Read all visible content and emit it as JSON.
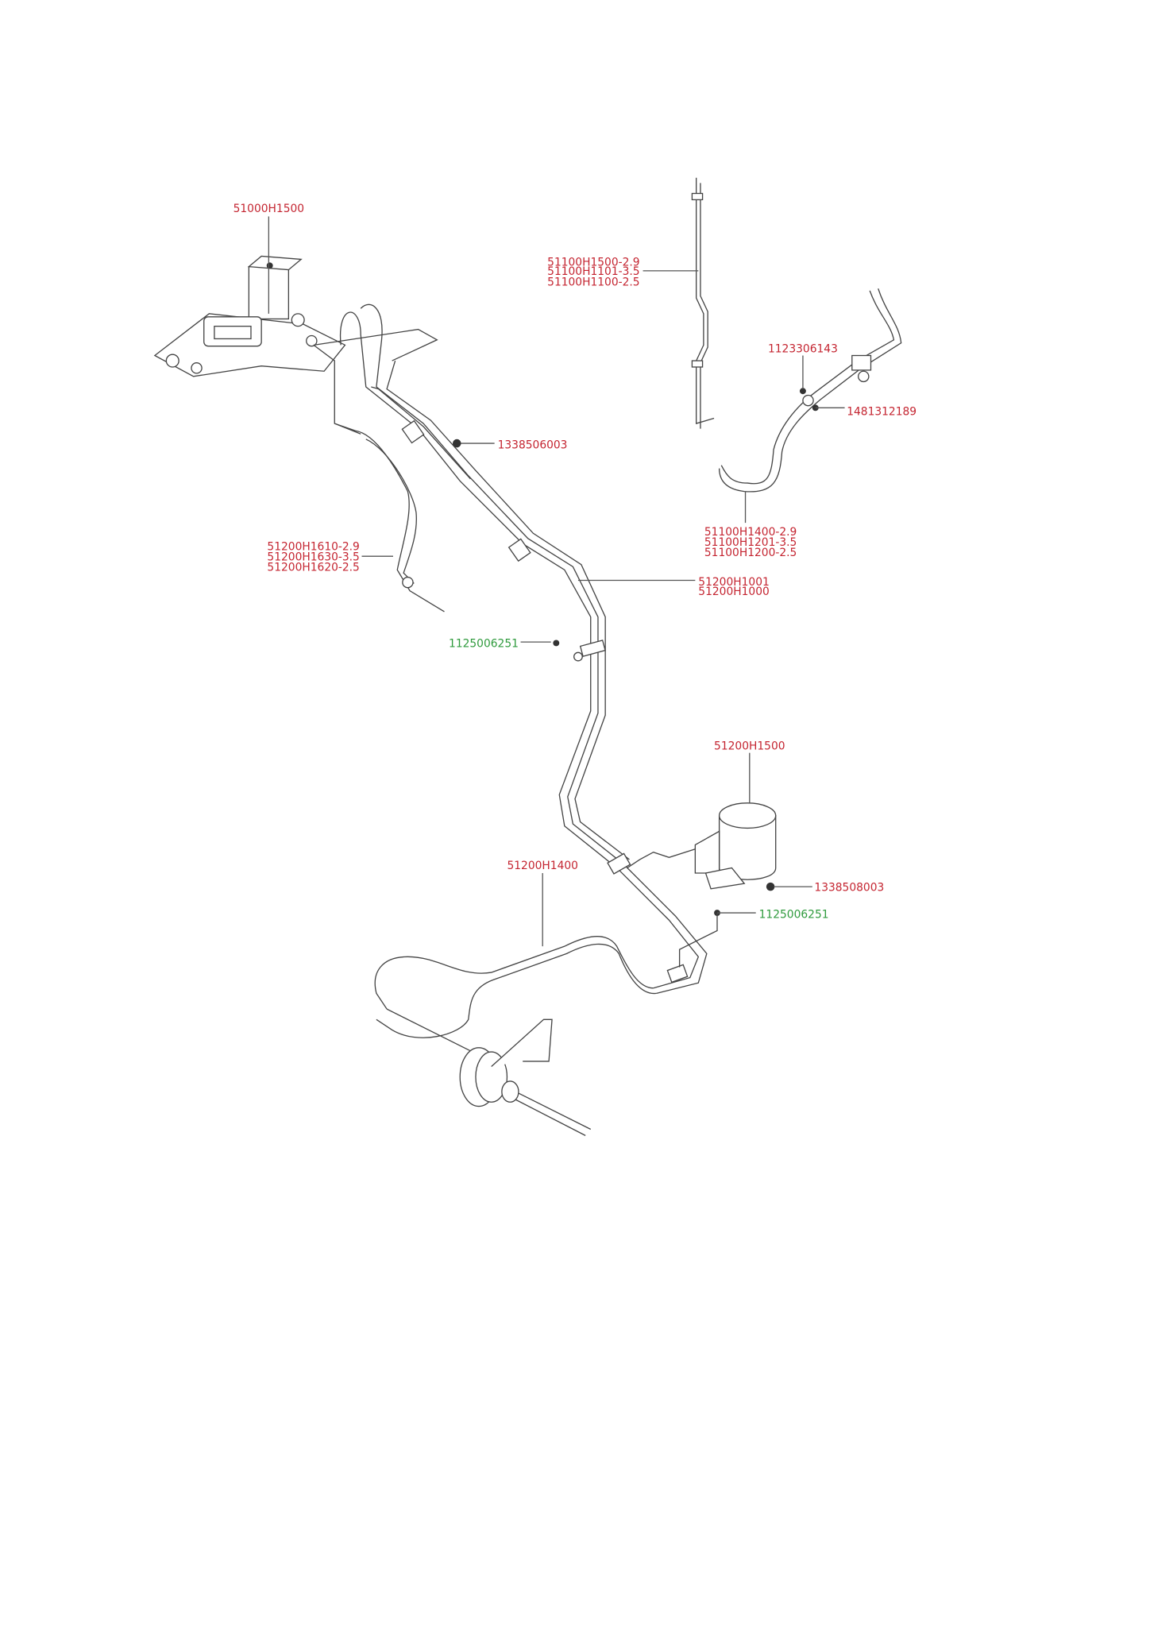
{
  "colors": {
    "part_label": "#c42430",
    "fastener_label": "#2e9a3c",
    "line": "#444444"
  },
  "labels": {
    "main_valve": "51000H1500",
    "front_bracket_line": [
      "51100H1500-2.9",
      "51100H1101-3.5",
      "51100H1100-2.5"
    ],
    "bolt_top": "1123306143",
    "clip_top": "1481312189",
    "nut_upper": "1338506003",
    "front_hose": [
      "51100H1400-2.9",
      "51100H1201-3.5",
      "51100H1200-2.5"
    ],
    "left_hose": [
      "51200H1610-2.9",
      "51200H1630-3.5",
      "51200H1620-2.5"
    ],
    "main_lines": [
      "51200H1001",
      "51200H1000"
    ],
    "screw_mid": "1125006251",
    "reservoir": "51200H1500",
    "nut_lower": "1338508003",
    "screw_lower": "1125006251",
    "rear_line": "51200H1400"
  }
}
